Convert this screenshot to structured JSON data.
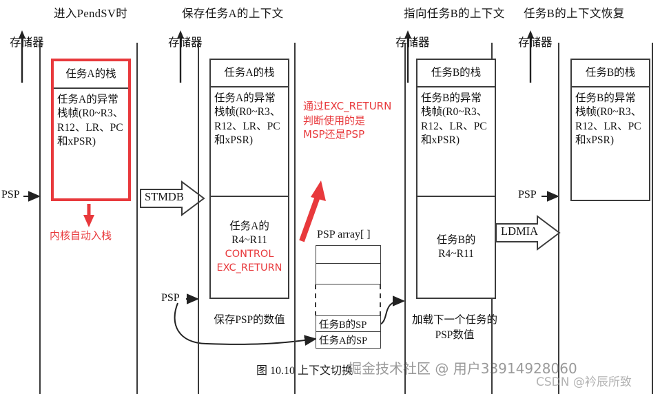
{
  "figure": {
    "caption": "图 10.10    上下文切换",
    "memory_label": "存储器"
  },
  "watermarks": {
    "juejin": "掘金技术社区 @ 用户33914928060",
    "csdn": "CSDN @衿辰所致"
  },
  "columns": [
    {
      "id": "col1",
      "title": "进入PendSV时",
      "memory_label": "存储器",
      "psp_label": "PSP",
      "highlighted": true,
      "cells": [
        {
          "text": "任务A的栈"
        },
        {
          "text": "任务A的异常栈帧(R0~R3、R12、LR、PC和xPSR)"
        }
      ]
    },
    {
      "id": "col2",
      "title": "保存任务A的上下文",
      "memory_label": "存储器",
      "psp_label": "PSP",
      "highlighted": false,
      "cells": [
        {
          "text": "任务A的栈"
        },
        {
          "text": "任务A的异常栈帧(R0~R3、R12、LR、PC和xPSR)"
        },
        {
          "text": "任务A的 R4~R11",
          "red_lines": [
            "CONTROL",
            "EXC_RETURN"
          ]
        }
      ],
      "below_text": "保存PSP的数值"
    },
    {
      "id": "col3",
      "title": "指向任务B的上下文",
      "memory_label": "存储器",
      "psp_label": "",
      "highlighted": false,
      "cells": [
        {
          "text": "任务B的栈"
        },
        {
          "text": "任务B的异常栈帧(R0~R3、R12、LR、PC和xPSR)"
        },
        {
          "text": "任务B的 R4~R11"
        }
      ],
      "below_text": "加载下一个任务的PSP数值"
    },
    {
      "id": "col4",
      "title": "任务B的上下文恢复",
      "memory_label": "存储器",
      "psp_label": "PSP",
      "highlighted": false,
      "cells": [
        {
          "text": "任务B的栈"
        },
        {
          "text": "任务B的异常栈帧(R0~R3、R12、LR、PC和xPSR)"
        }
      ]
    }
  ],
  "block_arrows": [
    {
      "id": "stmdb",
      "label": "STMDB"
    },
    {
      "id": "ldmia",
      "label": "LDMIA"
    }
  ],
  "annotations": {
    "kernel_autopush": "内核自动入栈",
    "exc_return_note": "通过EXC_RETURN\n判断使用的是\nMSP还是PSP"
  },
  "psp_array": {
    "title": "PSP array[ ]",
    "rows": [
      "",
      "",
      "",
      "任务B的SP",
      "任务A的SP"
    ]
  },
  "colors": {
    "red": "#e8393c",
    "ink": "#141414",
    "rail": "#3a3a3a"
  }
}
